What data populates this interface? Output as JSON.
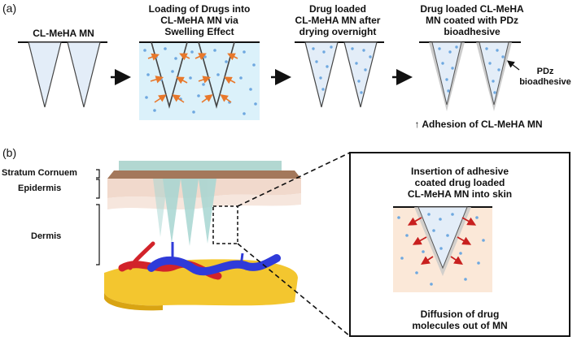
{
  "panel_a": {
    "tag": "(a)",
    "step1": "CL-MeHA MN",
    "step2": [
      "Loading of Drugs into",
      "CL-MeHA MN via",
      "Swelling Effect"
    ],
    "step3": [
      "Drug loaded",
      "CL-MeHA MN after",
      "drying overnight"
    ],
    "step4": [
      "Drug loaded CL-MeHA",
      "MN coated with PDz",
      "bioadhesive"
    ],
    "pdz_label": [
      "PDz",
      "bioadhesive"
    ],
    "adhesion_note": "↑ Adhesion of CL-MeHA MN"
  },
  "panel_b": {
    "tag": "(b)",
    "layers": {
      "stratum": "Stratum Cornuem",
      "epidermis": "Epidermis",
      "dermis": "Dermis"
    },
    "inset_title": [
      "Insertion of adhesive",
      "coated drug loaded",
      "CL-MeHA MN into skin"
    ],
    "inset_caption": [
      "Diffusion of drug",
      "molecules out of MN"
    ]
  },
  "colors": {
    "needle_fill": "#e3edf8",
    "solution_bg": "#dbf1fa",
    "drug_dot": "#6ea8e0",
    "arrow_orange": "#e8782b",
    "arrow_red": "#c8201f",
    "skin_tint": "#fbe8d8"
  }
}
